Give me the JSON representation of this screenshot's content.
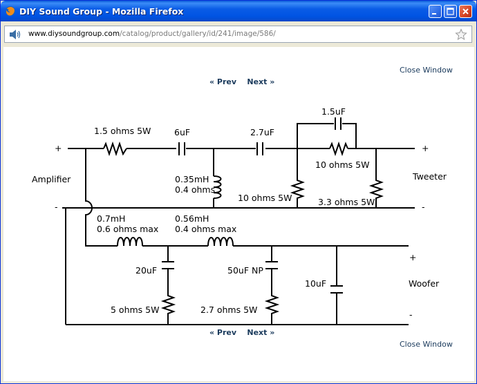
{
  "window": {
    "title": "DIY Sound Group - Mozilla Firefox"
  },
  "address_bar": {
    "url_host": "www.diysoundgroup.com",
    "url_path": "/catalog/product/gallery/id/241/image/586/"
  },
  "page": {
    "close_window_label": "Close Window",
    "prev_label": "« Prev",
    "next_label": "Next »"
  },
  "schematic": {
    "labels": {
      "amplifier": "Amplifier",
      "amp_plus": "+",
      "amp_minus": "-",
      "tweeter": "Tweeter",
      "tweeter_plus": "+",
      "tweeter_minus": "-",
      "woofer": "Woofer",
      "woofer_plus": "+",
      "woofer_minus": "-",
      "r_series": "1.5 ohms 5W",
      "c_6uf": "6uF",
      "c_27uf": "2.7uF",
      "c_15uf": "1.5uF",
      "r_parallel": "10 ohms 5W",
      "l_035_1": "0.35mH",
      "l_035_2": "0.4 ohms",
      "r_shunt_10": "10 ohms 5W",
      "r_shunt_33": "3.3 ohms 5W",
      "l_07_1": "0.7mH",
      "l_07_2": "0.6 ohms max",
      "l_056_1": "0.56mH",
      "l_056_2": "0.4 ohms max",
      "c_20uf": "20uF",
      "c_50uf": "50uF NP",
      "c_10uf": "10uF",
      "r_5ohm": "5 ohms 5W",
      "r_27ohm": "2.7 ohms 5W"
    }
  }
}
